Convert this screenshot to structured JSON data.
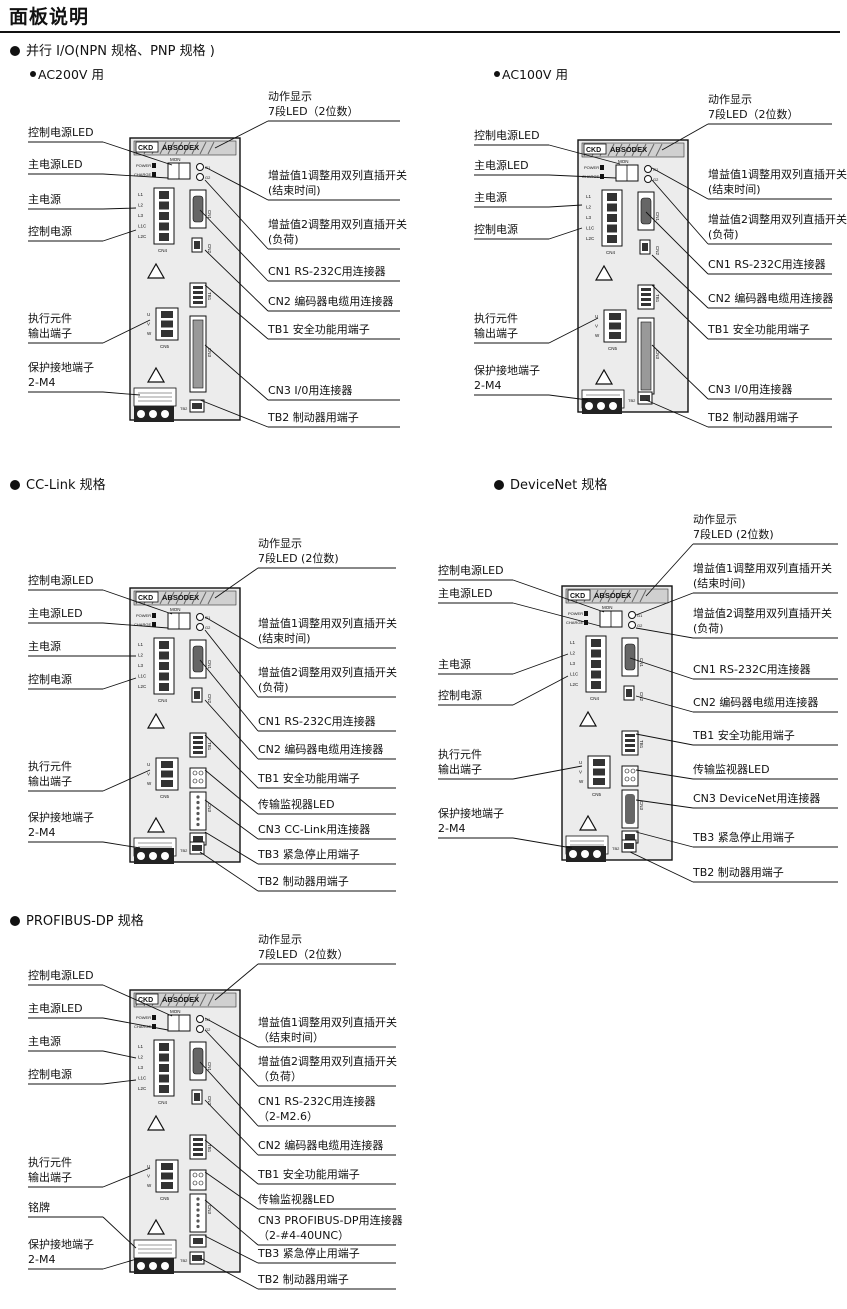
{
  "page": {
    "title": "面板说明"
  },
  "sections": [
    {
      "key": "npn_pnp",
      "heading": "并行 I/O(NPN 规格、PNP 规格 )"
    },
    {
      "key": "cclink",
      "heading": "CC-Link 规格"
    },
    {
      "key": "devicenet",
      "heading": "DeviceNet 规格"
    },
    {
      "key": "profibus",
      "heading": "PROFIBUS-DP 规格"
    }
  ],
  "subheadings": {
    "ac200": "AC200V 用",
    "ac100": "AC100V 用"
  },
  "device": {
    "brand": "ABSODEX",
    "logo": "CKD",
    "power": "POWER",
    "charge": "CHARGE",
    "mon": "MON",
    "g1": "G1",
    "g2": "G2",
    "terms": [
      "L1",
      "L2",
      "L3",
      "L1C",
      "L2C"
    ],
    "motor_terms": [
      "U",
      "V",
      "W"
    ],
    "cn1": "CN1",
    "cn2": "CN2",
    "cn3": "CN3",
    "cn4": "CN4",
    "cn5": "CN5",
    "tb1": "TB1",
    "tb2": "TB2",
    "tb3": "TB3"
  },
  "diagrams": [
    {
      "key": "ac200",
      "left": [
        [
          "控制电源LED"
        ],
        [
          "主电源LED"
        ],
        [
          "主电源"
        ],
        [
          "控制电源"
        ],
        [
          "执行元件",
          "输出端子"
        ],
        [
          "保护接地端子",
          "2-M4"
        ]
      ],
      "right": [
        [
          "动作显示",
          "7段LED（2位数）"
        ],
        [
          "增益值1调整用双列直插开关",
          "(结束时间)"
        ],
        [
          "增益值2调整用双列直插开关",
          "(负荷)"
        ],
        [
          "CN1 RS-232C用连接器"
        ],
        [
          "CN2 编码器电缆用连接器"
        ],
        [
          "TB1 安全功能用端子"
        ],
        [
          "CN3 I/0用连接器"
        ],
        [
          "TB2 制动器用端子"
        ]
      ]
    },
    {
      "key": "ac100",
      "left": [
        [
          "控制电源LED"
        ],
        [
          "主电源LED"
        ],
        [
          "主电源"
        ],
        [
          "控制电源"
        ],
        [
          "执行元件",
          "输出端子"
        ],
        [
          "保护接地端子",
          "2-M4"
        ]
      ],
      "right": [
        [
          "动作显示",
          "7段LED（2位数）"
        ],
        [
          "增益值1调整用双列直插开关",
          "(结束时间)"
        ],
        [
          "增益值2调整用双列直插开关",
          "(负荷)"
        ],
        [
          "CN1 RS-232C用连接器"
        ],
        [
          "CN2 编码器电缆用连接器"
        ],
        [
          "TB1 安全功能用端子"
        ],
        [
          "CN3 I/0用连接器"
        ],
        [
          "TB2 制动器用端子"
        ]
      ]
    },
    {
      "key": "cclink",
      "left": [
        [
          "控制电源LED"
        ],
        [
          "主电源LED"
        ],
        [
          "主电源"
        ],
        [
          "控制电源"
        ],
        [
          "执行元件",
          "输出端子"
        ],
        [
          "保护接地端子",
          "2-M4"
        ]
      ],
      "right": [
        [
          "动作显示",
          "7段LED (2位数)"
        ],
        [
          "增益值1调整用双列直插开关",
          "(结束时间)"
        ],
        [
          "增益值2调整用双列直插开关",
          "(负荷)"
        ],
        [
          "CN1 RS-232C用连接器"
        ],
        [
          "CN2 编码器电缆用连接器"
        ],
        [
          "TB1 安全功能用端子"
        ],
        [
          "传输监视器LED"
        ],
        [
          "CN3 CC-Link用连接器"
        ],
        [
          "TB3 紧急停止用端子"
        ],
        [
          "TB2 制动器用端子"
        ]
      ]
    },
    {
      "key": "devicenet",
      "left": [
        [
          "控制电源LED"
        ],
        [
          "主电源LED"
        ],
        [
          "主电源"
        ],
        [
          "控制电源"
        ],
        [
          "执行元件",
          "输出端子"
        ],
        [
          "保护接地端子",
          "2-M4"
        ]
      ],
      "right": [
        [
          "动作显示",
          "7段LED (2位数)"
        ],
        [
          "增益值1调整用双列直插开关",
          "(结束时间)"
        ],
        [
          "增益值2调整用双列直插开关",
          "(负荷)"
        ],
        [
          "CN1 RS-232C用连接器"
        ],
        [
          "CN2 编码器电缆用连接器"
        ],
        [
          "TB1 安全功能用端子"
        ],
        [
          "传输监视器LED"
        ],
        [
          "CN3 DeviceNet用连接器"
        ],
        [
          "TB3 紧急停止用端子"
        ],
        [
          "TB2 制动器用端子"
        ]
      ]
    },
    {
      "key": "profibus",
      "left": [
        [
          "控制电源LED"
        ],
        [
          "主电源LED"
        ],
        [
          "主电源"
        ],
        [
          "控制电源"
        ],
        [
          "执行元件",
          "输出端子"
        ],
        [
          "铭牌"
        ],
        [
          "保护接地端子",
          "2-M4"
        ]
      ],
      "right": [
        [
          "动作显示",
          "7段LED（2位数）"
        ],
        [
          "增益值1调整用双列直插开关",
          "（结束时间）"
        ],
        [
          "增益值2调整用双列直插开关",
          "（负荷）"
        ],
        [
          "CN1 RS-232C用连接器",
          "（2-M2.6）"
        ],
        [
          "CN2 编码器电缆用连接器"
        ],
        [
          "TB1 安全功能用端子"
        ],
        [
          "传输监视器LED"
        ],
        [
          "CN3 PROFIBUS-DP用连接器",
          "（2-#4-40UNC）"
        ],
        [
          "TB3 紧急停止用端子"
        ],
        [
          "TB2 制动器用端子"
        ]
      ]
    }
  ]
}
